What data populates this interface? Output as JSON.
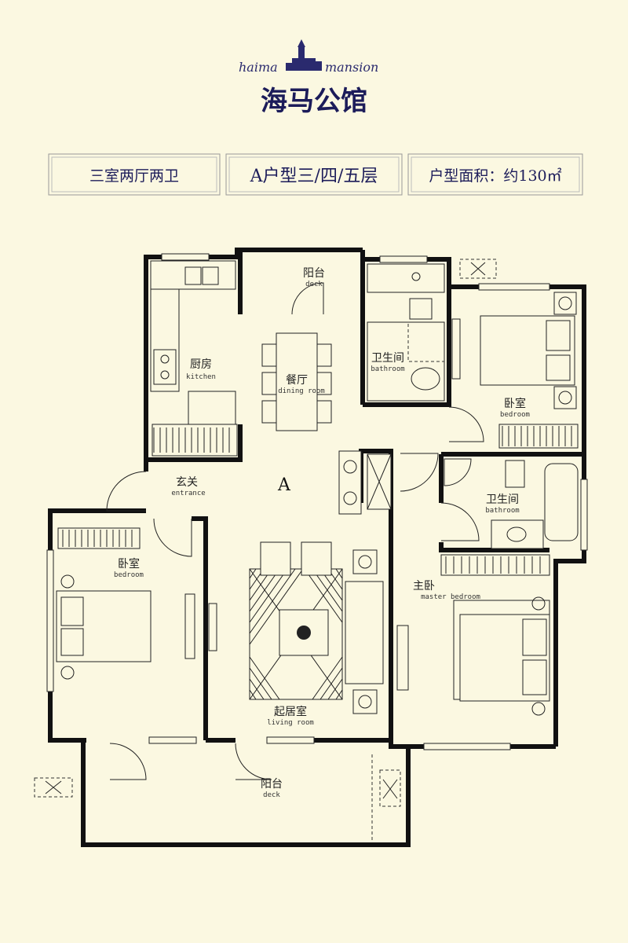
{
  "header": {
    "logo_text_left": "haima",
    "logo_text_right": "mansion",
    "project_name": "海马公馆"
  },
  "info_bar": {
    "layout": "三室两厅两卫",
    "unit_type": "A户型三/四/五层",
    "area": "户型面积：约130㎡"
  },
  "unit_label": "A",
  "rooms": {
    "deck_top": {
      "cn": "阳台",
      "en": "deck"
    },
    "kitchen": {
      "cn": "厨房",
      "en": "kitchen"
    },
    "dining": {
      "cn": "餐厅",
      "en": "dining room"
    },
    "bathroom_top": {
      "cn": "卫生间",
      "en": "bathroom"
    },
    "bedroom_ne": {
      "cn": "卧室",
      "en": "bedroom"
    },
    "bathroom_mid": {
      "cn": "卫生间",
      "en": "bathroom"
    },
    "entrance": {
      "cn": "玄关",
      "en": "entrance"
    },
    "bedroom_w": {
      "cn": "卧室",
      "en": "bedroom"
    },
    "master": {
      "cn": "主卧",
      "en": "master  bedroom"
    },
    "living": {
      "cn": "起居室",
      "en": "living room"
    },
    "deck_bottom": {
      "cn": "阳台",
      "en": "deck"
    }
  },
  "colors": {
    "background": "#fbf8e1",
    "title": "#1c1c5a",
    "wall": "#111111"
  }
}
